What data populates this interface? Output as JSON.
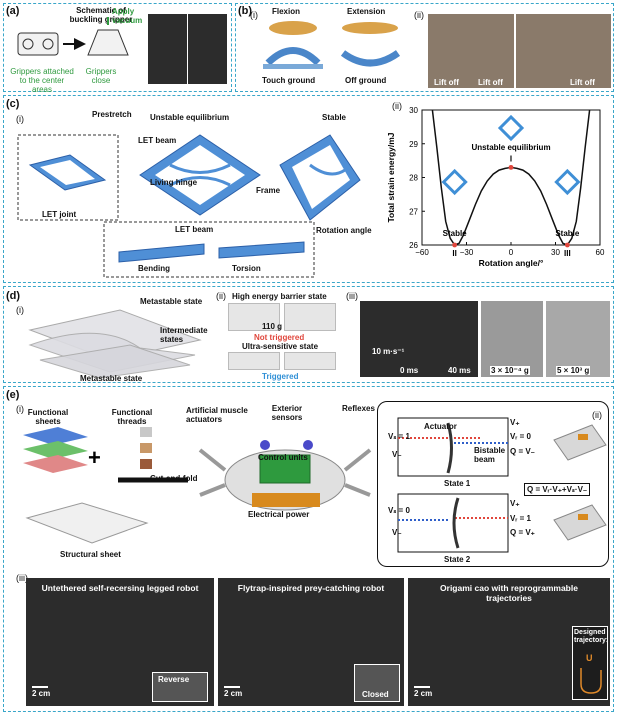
{
  "panel_a": {
    "label": "(a)",
    "schematic_title": "Schematic of buckling gripper",
    "apply_vacuum": "Apply vacuum",
    "grippers_attached": "Grippers attached to the center areas",
    "grippers_close": "Grippers close"
  },
  "panel_b": {
    "label": "(b)",
    "sub_i": "(i)",
    "flexion": "Flexion",
    "extension": "Extension",
    "touch_ground": "Touch ground",
    "off_ground": "Off ground",
    "sub_ii": "(ii)",
    "lift_off_1": "Lift off",
    "lift_off_2": "Lift off",
    "lift_off_3": "Lift off"
  },
  "panel_c": {
    "label": "(c)",
    "sub_i": "(i)",
    "prestretch": "Prestretch",
    "unstable_equilibrium": "Unstable equilibrium",
    "stable": "Stable",
    "let_beam": "LET beam",
    "let_joint": "LET joint",
    "living_hinge": "Living hinge",
    "frame": "Frame",
    "rotation_angle": "Rotation angle",
    "let_beam_2": "LET beam",
    "bending": "Bending",
    "torsion": "Torsion",
    "sub_ii": "(ii)"
  },
  "chart_data": {
    "type": "line",
    "xlabel": "Rotation angle/°",
    "ylabel": "Total strain energy/mJ",
    "xlim": [
      -60,
      60
    ],
    "ylim": [
      26,
      30
    ],
    "xticks": [
      -60,
      -30,
      0,
      30,
      60
    ],
    "yticks": [
      26,
      27,
      28,
      29,
      30
    ],
    "grid": false,
    "series": [
      {
        "x": [
          -53,
          -50,
          -47,
          -44,
          -41,
          -38,
          -35,
          -32,
          -28,
          -24,
          -20,
          -16,
          -12,
          -8,
          -4,
          0,
          4,
          8,
          12,
          16,
          20,
          24,
          28,
          32,
          35,
          38,
          41,
          44,
          47,
          50,
          53
        ],
        "y": [
          30.0,
          28.9,
          27.7,
          26.7,
          26.2,
          26.0,
          26.05,
          26.3,
          26.75,
          27.2,
          27.6,
          27.9,
          28.1,
          28.22,
          28.27,
          28.3,
          28.27,
          28.22,
          28.1,
          27.9,
          27.6,
          27.2,
          26.75,
          26.3,
          26.05,
          26.0,
          26.2,
          26.7,
          27.7,
          28.9,
          30.0
        ]
      }
    ],
    "annotations": [
      {
        "text": "Unstable equilibrium",
        "x": 0,
        "y": 28.3,
        "marker": "I"
      },
      {
        "text": "Stable",
        "x": -38,
        "y": 26.0,
        "marker": "II"
      },
      {
        "text": "Stable",
        "x": 38,
        "y": 26.0,
        "marker": "III"
      }
    ],
    "colors": {
      "line": "#111111",
      "marker": "#e0463c"
    }
  },
  "panel_d": {
    "label": "(d)",
    "sub_i": "(i)",
    "metastable_top": "Metastable state",
    "intermediate": "Intermediate states",
    "metastable_bottom": "Metastable state",
    "sub_ii": "(ii)",
    "high_barrier": "High energy barrier state",
    "mass_110g": "110 g",
    "not_triggered": "Not triggered",
    "ultra_sensitive": "Ultra-sensitive state",
    "triggered": "Triggered",
    "sub_iii": "(iii)",
    "speed": "10 m·s⁻¹",
    "t0": "0 ms",
    "t40": "40 ms",
    "small_mass": "3 × 10⁻⁴ g",
    "large_mass": "5 × 10³ g"
  },
  "panel_e": {
    "label": "(e)",
    "sub_i": "(i)",
    "functional_sheets": "Functional sheets",
    "functional_threads": "Functional threads",
    "artificial_muscle": "Artificial muscle actuators",
    "exterior_sensors": "Exterior sensors",
    "reflexes": "Reflexes",
    "control_units": "Control units",
    "cut_and_fold": "Cut-and-fold",
    "electrical_power": "Electrical power",
    "structural_sheet": "Structural sheet",
    "sub_ii": "(ii)",
    "actuator": "Actuator",
    "bistable_beam": "Bistable beam",
    "vs1": "Vₛ = 1",
    "vr0": "Vᵣ = 0",
    "vplus_1": "V₊",
    "vminus_1": "V₋",
    "q_vminus": "Q = V₋",
    "state1": "State 1",
    "formula": "Q = Vᵣ·V₊+Vₛ·V₋",
    "vs0": "Vₛ = 0",
    "vr1": "Vᵣ = 1",
    "vplus_2": "V₊",
    "vminus_2": "V₋",
    "q_vplus": "Q = V₊",
    "state2": "State 2",
    "sub_iii": "(iii)",
    "robot1_title": "Untethered self-recersing legged robot",
    "reverse": "Reverse",
    "scale1": "2 cm",
    "robot2_title": "Flytrap-inspired prey-catching robot",
    "closed": "Closed",
    "scale2": "2 cm",
    "robot3_title": "Origami cao with reprogrammable trajectories",
    "designed_traj": "Designed trajectory:",
    "traj_symbol": "U",
    "scale3": "2 cm"
  }
}
